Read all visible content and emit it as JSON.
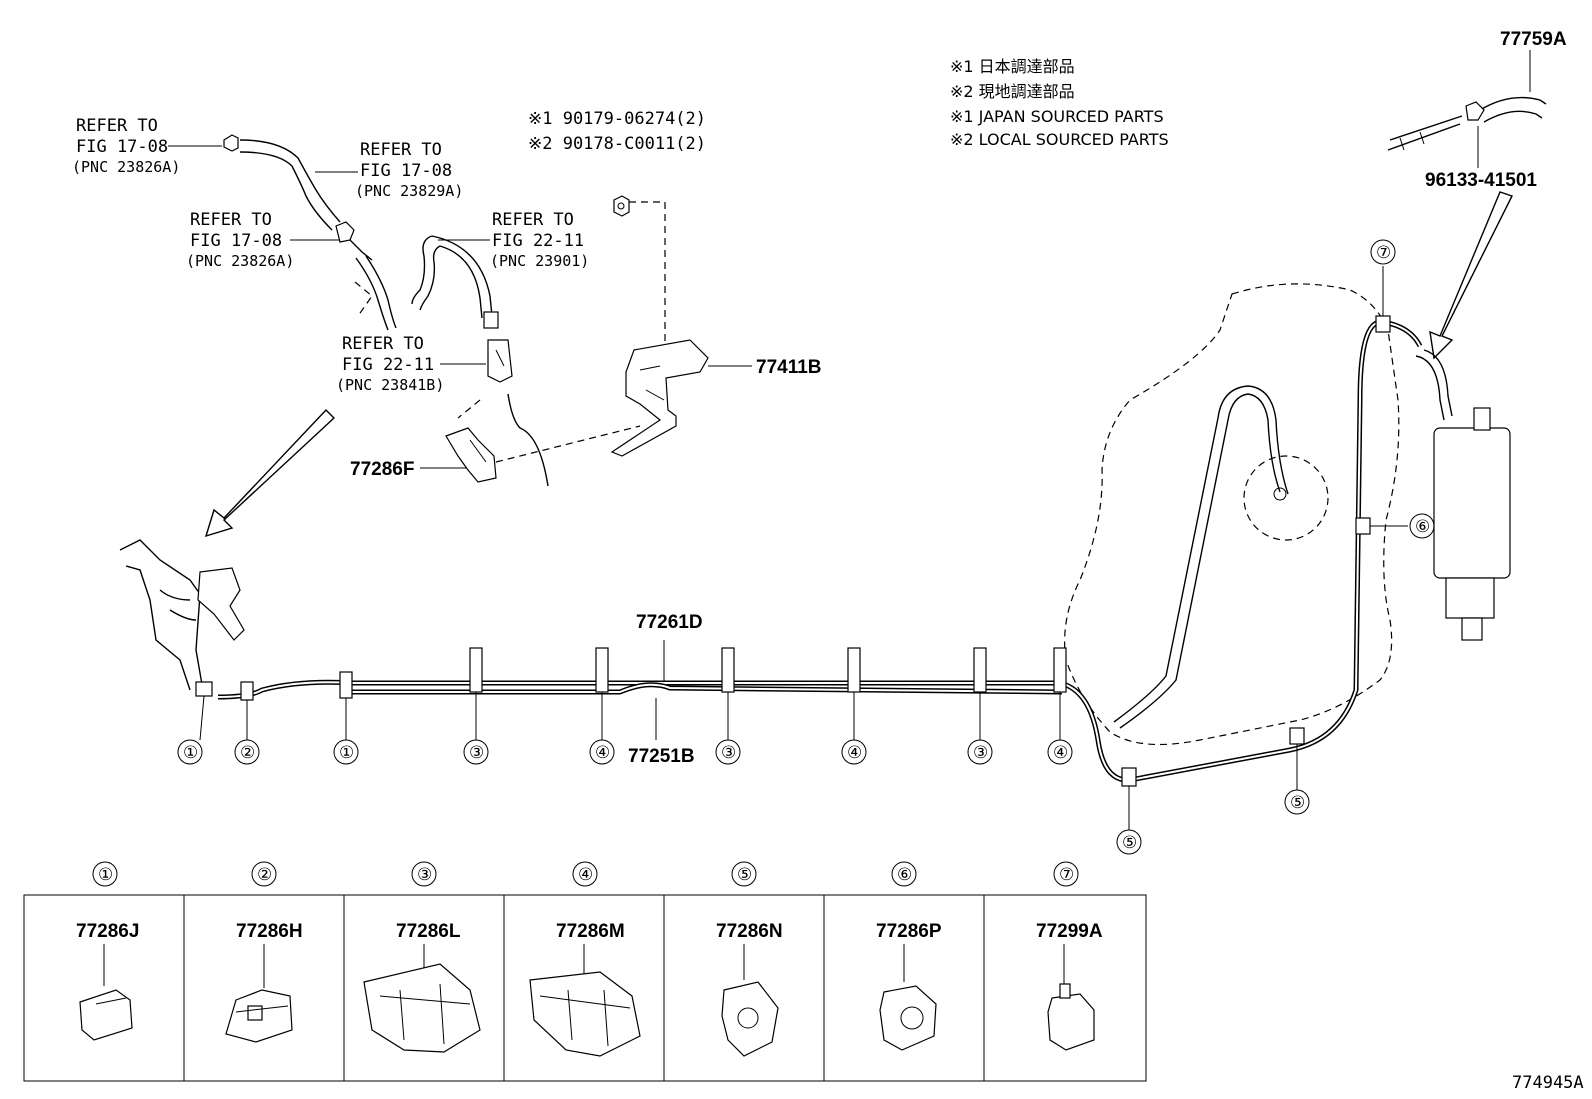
{
  "notes": [
    "※1 日本調達部品",
    "※2 現地調達部品",
    "※1 JAPAN SOURCED PARTS",
    "※2 LOCAL SOURCED PARTS"
  ],
  "bolts": {
    "line1": "※1 90179-06274(2)",
    "line2": "※2 90178-C0011(2)"
  },
  "refers": [
    {
      "l1": "REFER TO",
      "l2": "FIG 17-08",
      "l3": "(PNC 23826A)"
    },
    {
      "l1": "REFER TO",
      "l2": "FIG 17-08",
      "l3": "(PNC 23829A)"
    },
    {
      "l1": "REFER TO",
      "l2": "FIG 17-08",
      "l3": "(PNC 23826A)"
    },
    {
      "l1": "REFER TO",
      "l2": "FIG 22-11",
      "l3": "(PNC 23901)"
    },
    {
      "l1": "REFER TO",
      "l2": "FIG 22-11",
      "l3": "(PNC 23841B)"
    }
  ],
  "parts": {
    "p77759A": "77759A",
    "p96133": "96133-41501",
    "p77411B": "77411B",
    "p77286F": "77286F",
    "p77261D": "77261D",
    "p77251B": "77251B"
  },
  "callouts": {
    "c1": "①",
    "c2": "②",
    "c3": "③",
    "c4": "④",
    "c5": "⑤",
    "c6": "⑥",
    "c7": "⑦"
  },
  "legend": [
    {
      "num": "①",
      "part": "77286J"
    },
    {
      "num": "②",
      "part": "77286H"
    },
    {
      "num": "③",
      "part": "77286L"
    },
    {
      "num": "④",
      "part": "77286M"
    },
    {
      "num": "⑤",
      "part": "77286N"
    },
    {
      "num": "⑥",
      "part": "77286P"
    },
    {
      "num": "⑦",
      "part": "77299A"
    }
  ],
  "figure_id": "774945A"
}
